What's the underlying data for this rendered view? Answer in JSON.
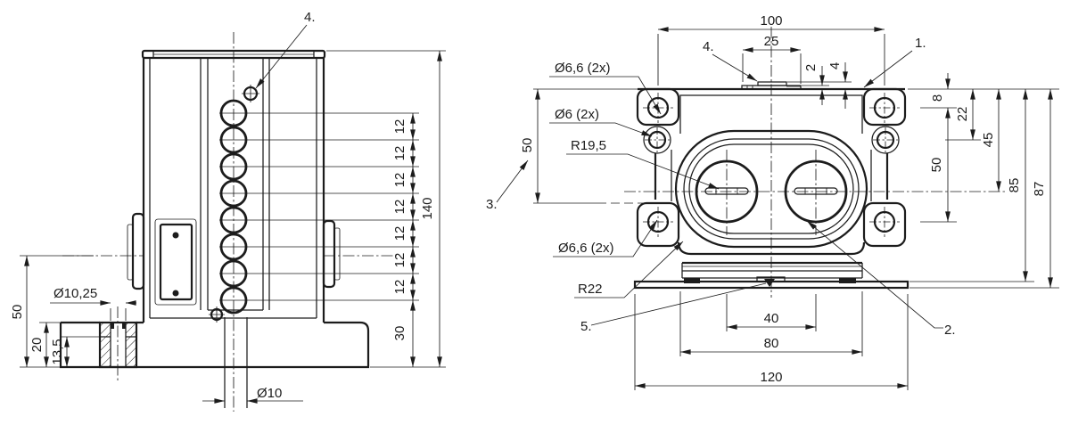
{
  "drawing": {
    "colors": {
      "ink": "#1c1c1c",
      "background": "#ffffff"
    },
    "left_view": {
      "callout_4": "4.",
      "dim_pitch": "12",
      "dim_height": "140",
      "dim_base_offset": "30",
      "dim_flange_center": "50",
      "dim_base_thickness": "20",
      "dim_counterbore_depth": "13,5",
      "dim_bushing_bore": "Ø10,25",
      "dim_rod_dia": "Ø10"
    },
    "right_view": {
      "callout_1": "1.",
      "callout_2": "2.",
      "callout_3": "3.",
      "callout_4": "4.",
      "callout_5": "5.",
      "dim_width": "100",
      "dim_rail_width": "25",
      "dim_rail_step": "2",
      "dim_rail_height": "4",
      "dim_top_hole_offset": "8",
      "dim_side_hole_offset": "22",
      "dim_axis_offset": "45",
      "dim_hole_span": "50",
      "dim_left_ref": "50",
      "dim_body_height": "85",
      "dim_total_height": "87",
      "dim_bore_span": "40",
      "dim_plate_width": "80",
      "dim_base_width": "120",
      "label_top_holes": "Ø6,6 (2x)",
      "label_side_holes": "Ø6 (2x)",
      "label_bore_radius": "R19,5",
      "label_bottom_holes": "Ø6,6 (2x)",
      "label_corner_radius": "R22"
    }
  }
}
